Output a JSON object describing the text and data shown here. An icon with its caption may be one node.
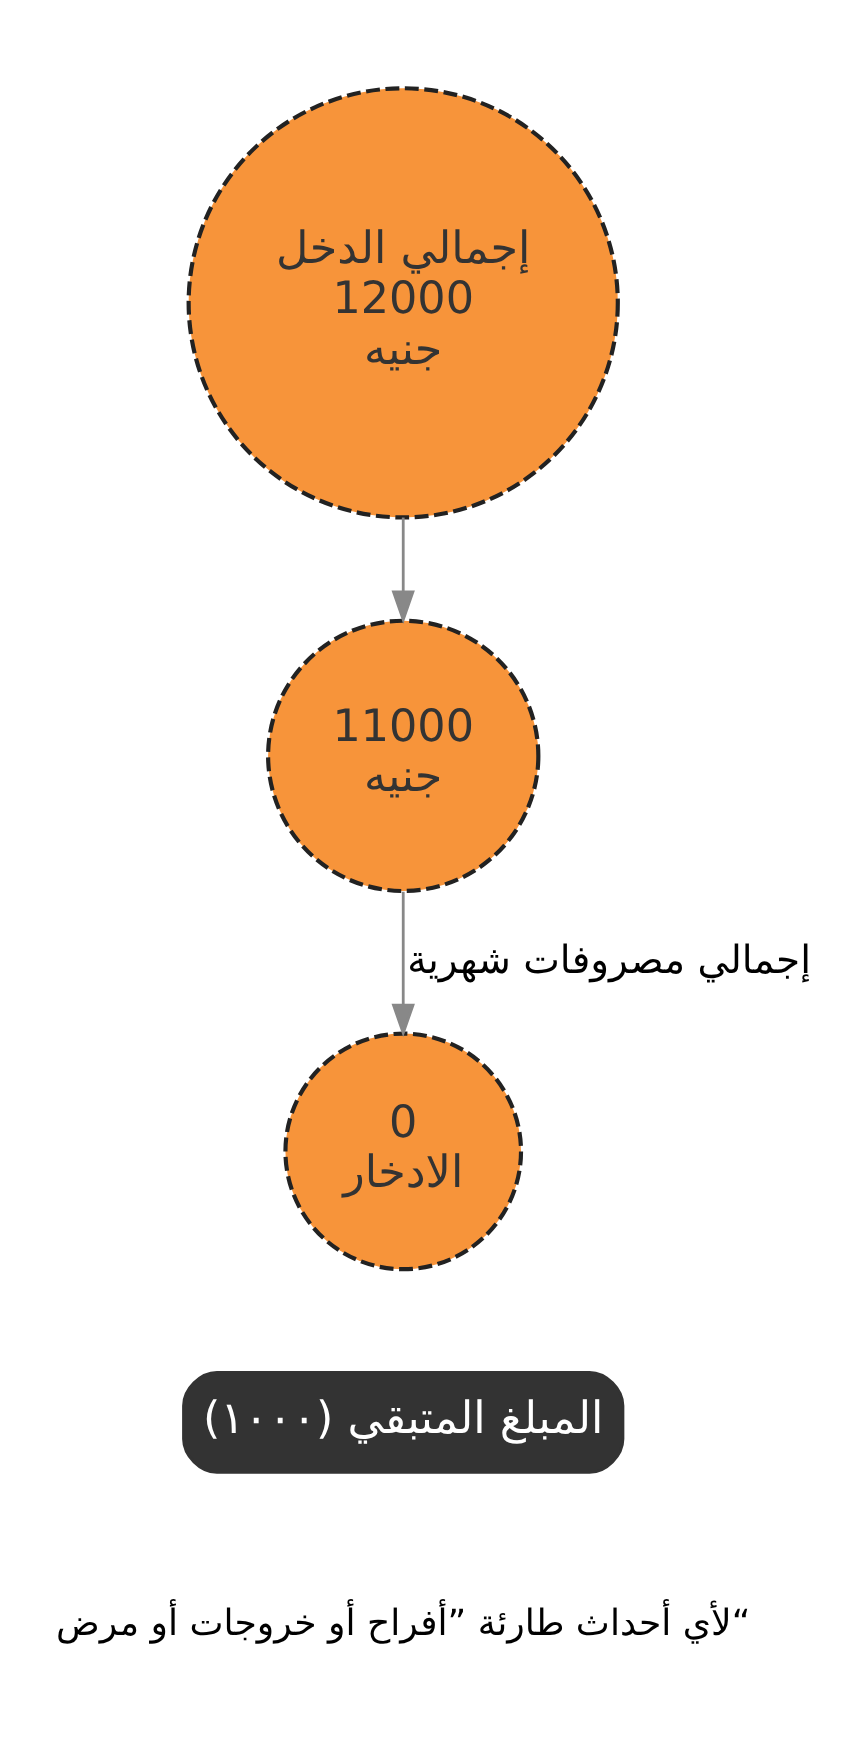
{
  "diagram": {
    "nodes": [
      {
        "text": [
          "إجمالي الدخل",
          "12000",
          "جنيه"
        ]
      },
      {
        "text": [
          "11000",
          "جنيه"
        ]
      },
      {
        "text": [
          "0",
          "الادخار"
        ]
      },
      {
        "text": [
          "المبلغ المتبقي (١٠٠٠)"
        ]
      }
    ],
    "edges": [
      {
        "from": 0,
        "to": 1,
        "arrow": "to"
      },
      {
        "from": 1,
        "to": 2,
        "arrow": "to",
        "label": "إجمالي مصروفات شهرية"
      }
    ],
    "labels": [
      "لأي أحداث طارئة ”أفراح أو خروجات أو مرض“"
    ]
  }
}
